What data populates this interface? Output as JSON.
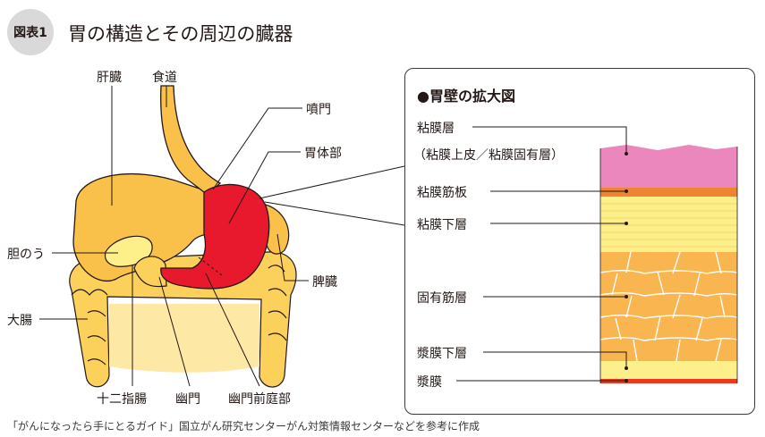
{
  "header": {
    "badge": "図表1",
    "title": "胃の構造とその周辺の臓器"
  },
  "anatomy_labels": {
    "liver": "肝臓",
    "esophagus": "食道",
    "cardia": "噴門",
    "stomach_body": "胃体部",
    "gallbladder": "胆のう",
    "spleen": "脾臓",
    "large_intestine": "大腸",
    "duodenum": "十二指腸",
    "pylorus": "幽門",
    "antrum": "幽門前庭部"
  },
  "wall_panel": {
    "title": "●胃壁の拡大図",
    "layers": {
      "mucosa": "粘膜層",
      "mucosa_detail": "（粘膜上皮／粘膜固有層）",
      "muscularis_mucosae": "粘膜筋板",
      "submucosa": "粘膜下層",
      "muscularis_propria": "固有筋層",
      "subserosa": "漿膜下層",
      "serosa": "漿膜"
    }
  },
  "credit": "「がんになったら手にとるガイド」国立がん研究センターがん対策情報センターなどを参考に作成",
  "colors": {
    "liver": "#f9c04a",
    "stomach": "#e8192c",
    "intestine": "#fbd15c",
    "mucosa": "#ec87bd",
    "muscularis_mucosae": "#ef8533",
    "submucosa": "#fdf08a",
    "muscle": "#f9b650",
    "serosa": "#e73a1f",
    "badge": "#d9d9d9"
  }
}
